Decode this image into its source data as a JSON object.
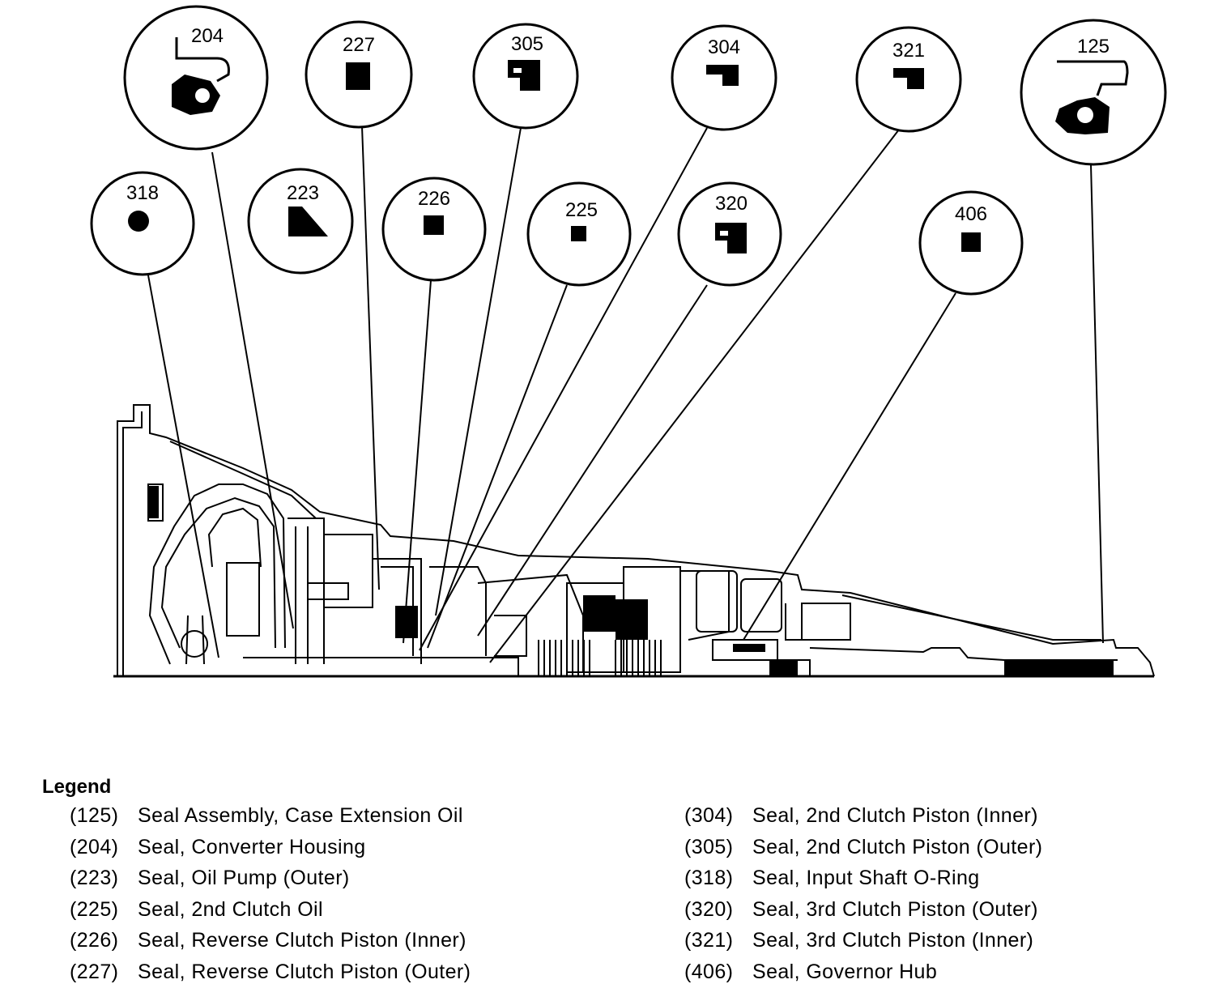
{
  "callouts": [
    {
      "ref": "204",
      "symbol": "seal-converter-housing-icon"
    },
    {
      "ref": "227",
      "symbol": "rect-seal-icon"
    },
    {
      "ref": "305",
      "symbol": "stepped-seal-icon"
    },
    {
      "ref": "304",
      "symbol": "stepped-seal-icon"
    },
    {
      "ref": "321",
      "symbol": "stepped-seal-icon"
    },
    {
      "ref": "125",
      "symbol": "seal-assembly-icon"
    },
    {
      "ref": "318",
      "symbol": "o-ring-icon"
    },
    {
      "ref": "223",
      "symbol": "triangular-seal-icon"
    },
    {
      "ref": "226",
      "symbol": "square-seal-icon"
    },
    {
      "ref": "225",
      "symbol": "square-seal-icon"
    },
    {
      "ref": "320",
      "symbol": "stepped-seal-icon"
    },
    {
      "ref": "406",
      "symbol": "square-seal-icon"
    }
  ],
  "legend": {
    "title": "Legend",
    "left": [
      {
        "ref": "(125)",
        "text": "Seal Assembly, Case Extension Oil"
      },
      {
        "ref": "(204)",
        "text": "Seal, Converter Housing"
      },
      {
        "ref": "(223)",
        "text": "Seal, Oil Pump (Outer)"
      },
      {
        "ref": "(225)",
        "text": "Seal, 2nd Clutch Oil"
      },
      {
        "ref": "(226)",
        "text": "Seal, Reverse Clutch Piston (Inner)"
      },
      {
        "ref": "(227)",
        "text": "Seal, Reverse Clutch Piston (Outer)"
      }
    ],
    "right": [
      {
        "ref": "(304)",
        "text": "Seal, 2nd Clutch Piston (Inner)"
      },
      {
        "ref": "(305)",
        "text": "Seal, 2nd Clutch Piston (Outer)"
      },
      {
        "ref": "(318)",
        "text": "Seal, Input Shaft O-Ring"
      },
      {
        "ref": "(320)",
        "text": "Seal, 3rd Clutch Piston (Outer)"
      },
      {
        "ref": "(321)",
        "text": "Seal, 3rd Clutch Piston (Inner)"
      },
      {
        "ref": "(406)",
        "text": "Seal, Governor Hub"
      }
    ]
  }
}
